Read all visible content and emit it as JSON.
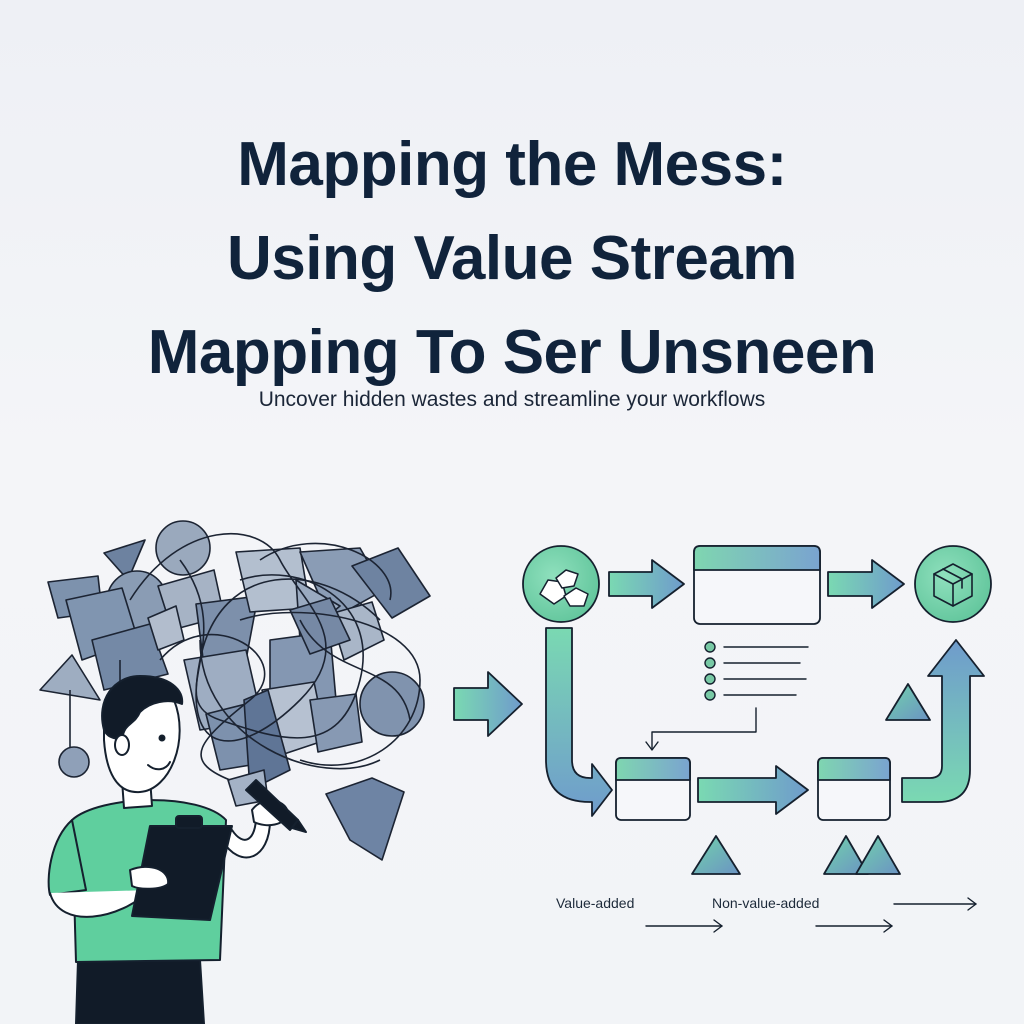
{
  "title": {
    "line1": "Mapping the Mess:",
    "line2": "Using Value Stream",
    "line3": "Mapping To Ser Unsneen"
  },
  "subtitle": "Uncover hidden wastes and streamline your workflows",
  "legend": {
    "value_added": "Value-added",
    "non_value_added": "Non-value-added"
  },
  "colors": {
    "title": "#10233b",
    "accent_green": "#6fd3a8",
    "accent_blue": "#6f9cc8",
    "outline": "#15202e",
    "shape_fill": "#7f93ad",
    "shirt": "#5fcf9e"
  },
  "icons": {
    "start_node": "blocks-icon",
    "end_node": "package-box-icon"
  }
}
